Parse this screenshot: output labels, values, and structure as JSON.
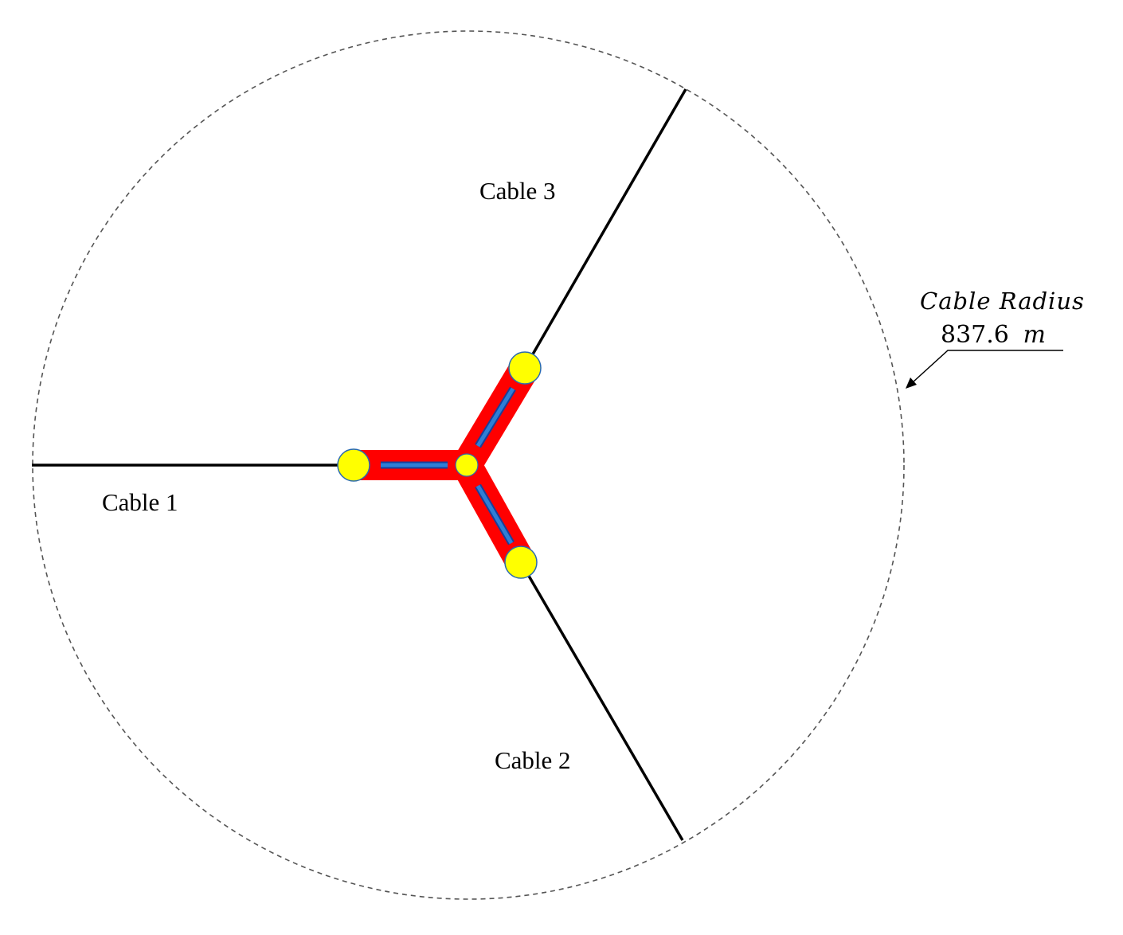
{
  "labels": {
    "cable_1": "Cable 1",
    "cable_2": "Cable 2",
    "cable_3": "Cable 3"
  },
  "radius_annotation": {
    "title": "Cable Radius",
    "value": "837.6",
    "unit": "m"
  },
  "colors": {
    "boundary": "#555555",
    "cable_line": "#000000",
    "hub_arm": "#ff0000",
    "arm_core": "#1f5fbf",
    "node_fill": "#ffff00",
    "node_stroke": "#2a6ab0"
  }
}
